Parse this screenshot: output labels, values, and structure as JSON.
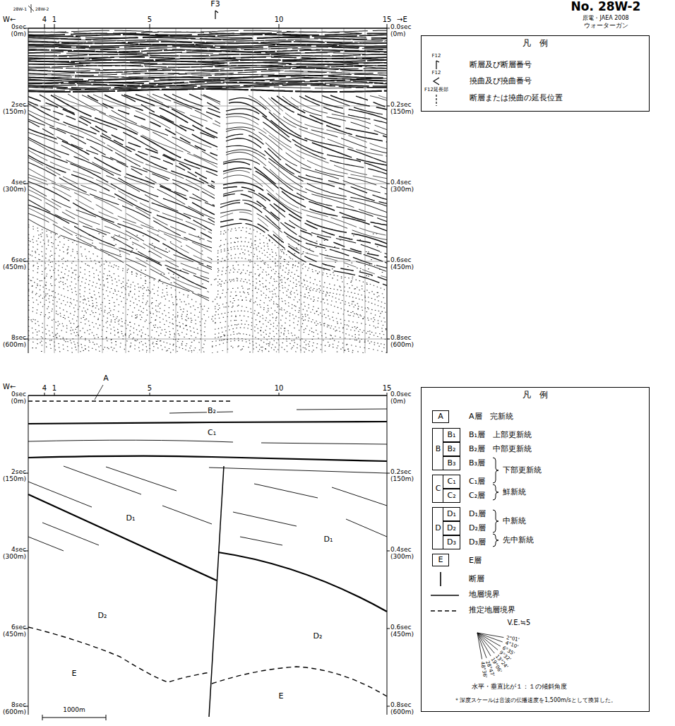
{
  "diagram": {
    "title": "No. 28W-2",
    "nodes": [
      {
        "text": [
          "凡　例"
        ]
      },
      {
        "text": [
          "凡　例"
        ]
      },
      {
        "text": [
          "A"
        ],
        "in": 1
      },
      {
        "text": [
          "B"
        ],
        "in": 1
      },
      {
        "text": [
          "B₁"
        ],
        "in": 3
      },
      {
        "text": [
          "B₂"
        ],
        "in": 3
      },
      {
        "text": [
          "B₃"
        ],
        "in": 3
      },
      {
        "text": [
          "C"
        ],
        "in": 1
      },
      {
        "text": [
          "C₁"
        ],
        "in": 7
      },
      {
        "text": [
          "C₂"
        ],
        "in": 7
      },
      {
        "text": [
          "D"
        ],
        "in": 1
      },
      {
        "text": [
          "D₁"
        ],
        "in": 10
      },
      {
        "text": [
          "D₂"
        ],
        "in": 10
      },
      {
        "text": [
          "D₃"
        ],
        "in": 10
      },
      {
        "text": [
          "E"
        ],
        "in": 1
      }
    ],
    "labels": [
      "F3",
      "原電・JAEA 2008",
      "ウォーターガン",
      "28W-1",
      "28W-2",
      "W←",
      "4",
      "1",
      "5",
      "10",
      "15",
      "→E",
      "0sec",
      "(0m)",
      "2sec",
      "(150m)",
      "4sec",
      "(300m)",
      "6sec",
      "(450m)",
      "8sec",
      "(600m)",
      "0.0sec",
      "(0m)",
      "0.2sec",
      "(150m)",
      "0.4sec",
      "(300m)",
      "0.6sec",
      "(450m)",
      "0.8sec",
      "(600m)",
      "W←",
      "4",
      "1",
      "A",
      "5",
      "10",
      "15",
      "B₂",
      "C₁",
      "D₁",
      "D₁",
      "D₂",
      "D₂",
      "E",
      "E",
      "0sec",
      "(0m)",
      "2sec",
      "(150m)",
      "4sec",
      "(300m)",
      "6sec",
      "(450m)",
      "8sec",
      "(600m)",
      "0.0sec",
      "(0m)",
      "0.2sec",
      "(150m)",
      "0.4sec",
      "(300m)",
      "0.6sec",
      "(450m)",
      "0.8sec",
      "(600m)",
      "1000m",
      "F12",
      "F12",
      "F12延長部",
      "A層　完新統",
      "B₁層　上部更新統",
      "B₂層　中部更新統",
      "B₃層",
      "C₁層",
      "C₂層",
      "下部更新統",
      "鮮新統",
      "D₁層",
      "D₂層",
      "中新統",
      "D₃層",
      "先中新統",
      "E層",
      "V.E.≒5",
      "2°01'",
      "4°10'",
      "6°35'",
      "9°32'",
      "13°24'",
      "19°06'",
      "28°47'",
      "48°36'",
      "水平・垂直比が１：１の傾斜角度",
      "＊深度スケールは音波の伝播速度を1,500m/sとして換算した。"
    ],
    "legend": [
      {
        "text": "断層及び断層番号"
      },
      {
        "text": "撓曲及び撓曲番号"
      },
      {
        "text": "断層または撓曲の延長位置"
      },
      {
        "text": "断層"
      },
      {
        "text": "地層境界"
      },
      {
        "text": "推定地層境界"
      }
    ]
  }
}
